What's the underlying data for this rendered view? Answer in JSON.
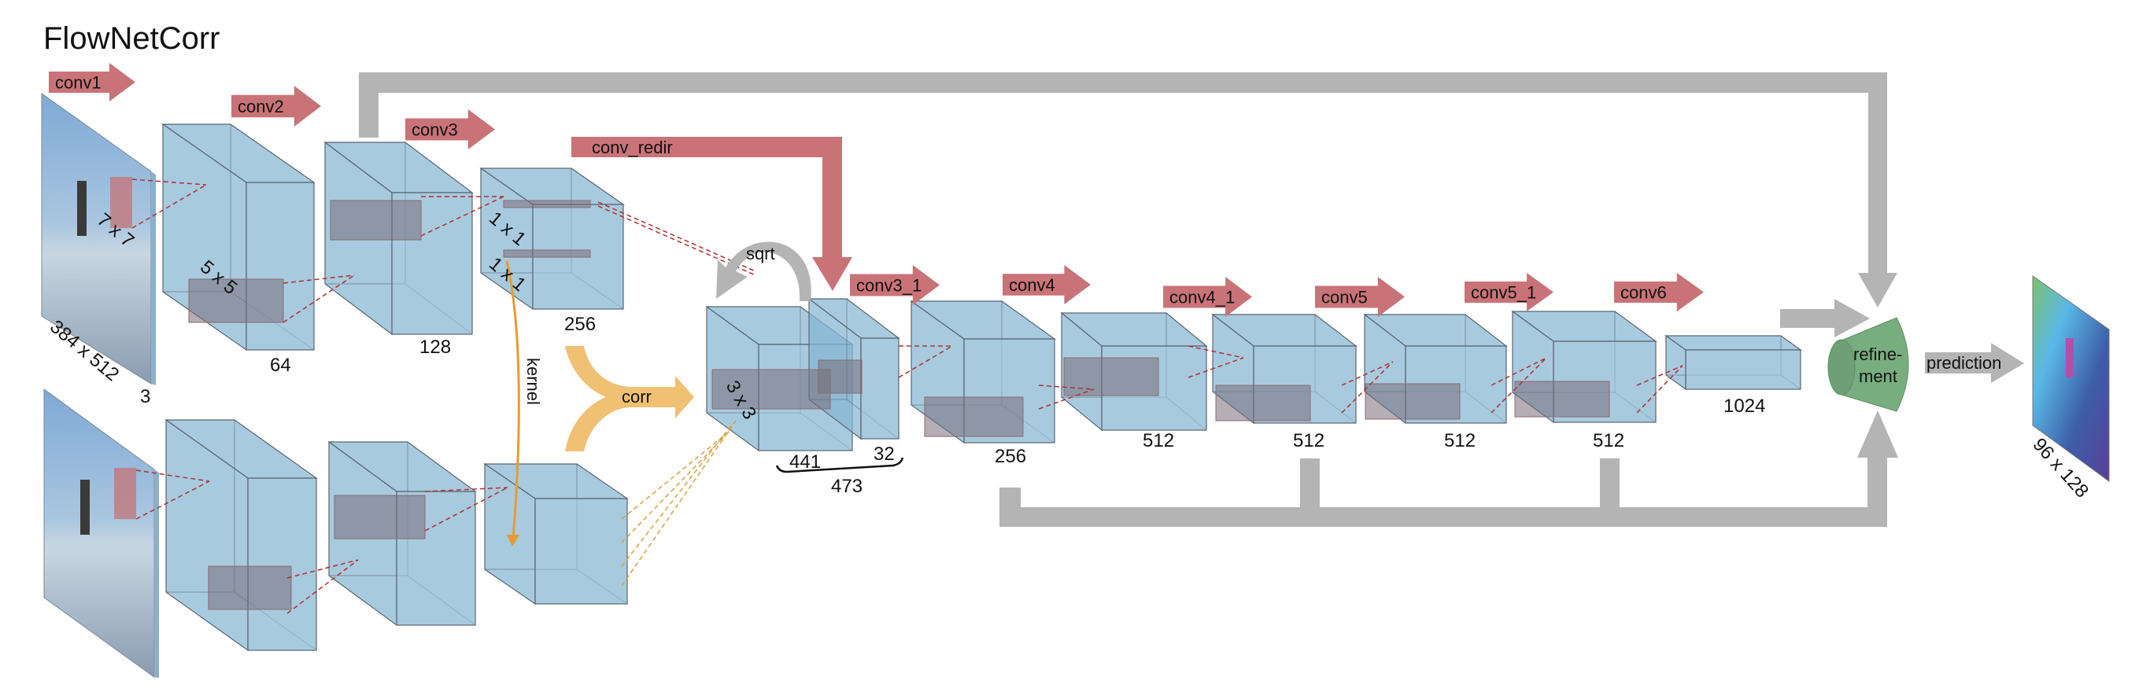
{
  "title": "FlowNetCorr",
  "colors": {
    "conv_arrow": "#c97378",
    "skip": "#b4b4b4",
    "corr": "#f0c073",
    "kernel": "#e89a30",
    "box": "#87b6d2",
    "refine": "#78ad80"
  },
  "layers": {
    "conv1": "conv1",
    "conv2": "conv2",
    "conv3": "conv3",
    "conv_redir": "conv_redir",
    "conv3_1": "conv3_1",
    "conv4": "conv4",
    "conv4_1": "conv4_1",
    "conv5": "conv5",
    "conv5_1": "conv5_1",
    "conv6": "conv6"
  },
  "ops": {
    "corr": "corr",
    "kernel": "kernel",
    "sqrt": "sqrt",
    "refinement_1": "refine-",
    "refinement_2": "ment",
    "prediction": "prediction"
  },
  "kernels": {
    "k7": "7 x 7",
    "k5": "5 x 5",
    "k1a": "1 x 1",
    "k1b": "1 x 1",
    "k3": "3 x 3"
  },
  "dims": {
    "input": "384 x 512",
    "input_channels": "3",
    "c1": "64",
    "c2": "128",
    "c3": "256",
    "corr": "441",
    "redir": "32",
    "concat": "473",
    "c3_1": "256",
    "c4": "512",
    "c4_1": "512",
    "c5": "512",
    "c5_1": "512",
    "c6": "1024",
    "output": "96 x 128"
  }
}
